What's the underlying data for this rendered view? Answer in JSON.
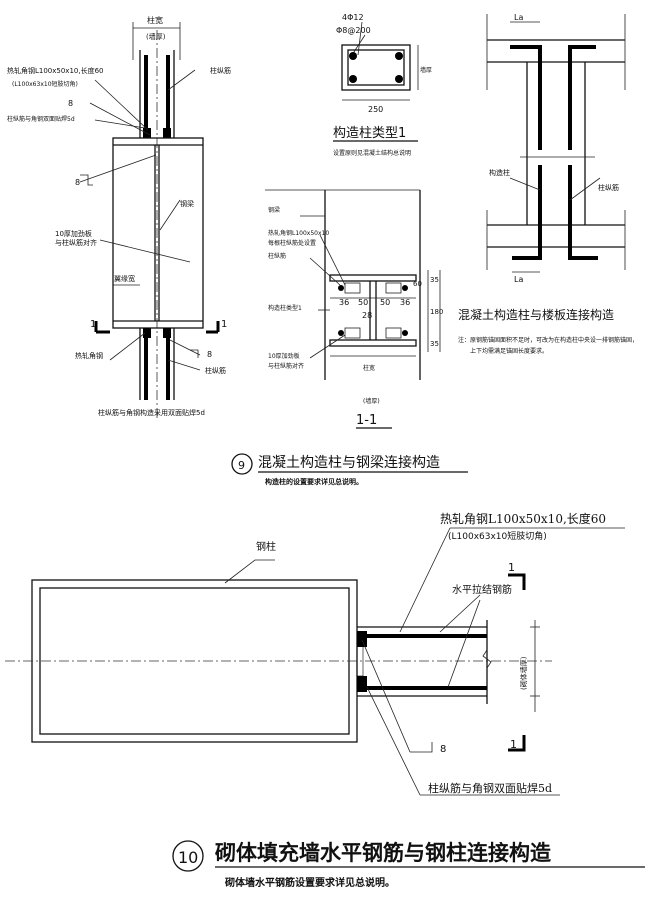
{
  "detail9": {
    "left": {
      "col_width": "柱宽",
      "wall_thk": "(墙厚)",
      "angle_label": "热轧角钢L100x50x10,长度60",
      "angle_alt": "(L100x63x10短肢切角)",
      "col_bar": "柱纵筋",
      "weld8": "8",
      "weld_note_top": "柱纵筋与角钢双面贴焊5d",
      "weld8b": "8",
      "plate_note1": "10厚加劲板",
      "plate_note2": "与柱纵筋对齐",
      "steel_beam": "钢梁",
      "flange_width": "翼缘宽",
      "sec_mark": "1",
      "sec_mark_r": "1",
      "hot_angle": "热轧角钢",
      "weld8c": "8",
      "col_bar_b": "柱纵筋",
      "bottom_note": "柱纵筋与角钢构造采用双面贴焊5d"
    },
    "type1": {
      "rebar": "4Φ12",
      "stirrup": "Φ8@200",
      "width": "250",
      "side": "墙厚",
      "title": "构造柱类型1",
      "note": "设置原则见混凝土结构总说明"
    },
    "section": {
      "steel_beam": "钢梁",
      "angle": "热轧角钢L100x50x10",
      "angle2": "每根柱纵筋处设置",
      "col_bar": "柱纵筋",
      "col_type": "构造柱类型1",
      "plate1": "10厚加劲板",
      "plate2": "与柱纵筋对齐",
      "d60": "60",
      "d35a": "35",
      "d35b": "35",
      "d180": "180",
      "d36a": "36",
      "d36b": "36",
      "d50a": "50",
      "d50b": "50",
      "d28": "28",
      "col_width": "柱宽",
      "wall_thk": "(墙厚)",
      "label": "1-1"
    },
    "slab": {
      "la_top": "La",
      "la_bot": "La",
      "col": "构造柱",
      "col_bar": "柱纵筋",
      "title": "混凝土构造柱与楼板连接构造",
      "note1": "注：原钢筋锚固面积不足时，可改为在构造柱中央设一排钢筋锚固，",
      "note2": "上下均需满足锚固长度要求。"
    },
    "num": "9",
    "title": "混凝土构造柱与钢梁连接构造",
    "subtitle": "构造柱的设置要求详见总说明。"
  },
  "detail10": {
    "steel_col": "钢柱",
    "angle": "热轧角钢L100x50x10,长度60",
    "angle_alt": "(L100x63x10短肢切角)",
    "tie_bar": "水平拉结钢筋",
    "wall_thk": "(砌体墙厚)",
    "weld8": "8",
    "weld_note": "柱纵筋与角钢双面贴焊5d",
    "sec": "1",
    "sec_b": "1",
    "num": "10",
    "title": "砌体填充墙水平钢筋与钢柱连接构造",
    "subtitle": "砌体墙水平钢筋设置要求详见总说明。"
  }
}
